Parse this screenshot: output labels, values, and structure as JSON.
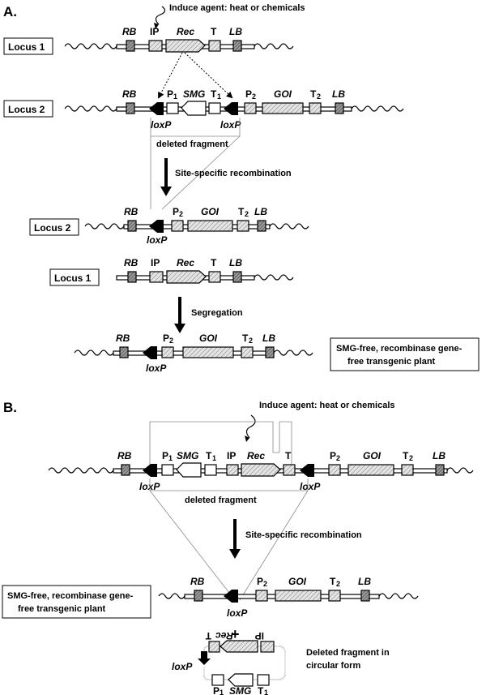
{
  "panel_a": {
    "title": "A.",
    "induce_label": "Induce agent: heat or chemicals",
    "locus1_label": "Locus 1",
    "locus2_label": "Locus 2",
    "deleted_label": "deleted  fragment",
    "recomb_label": "Site-specific recombination",
    "segregation_label": "Segregation",
    "result_label_1": "SMG-free, recombinase gene-",
    "result_label_2": "free transgenic plant"
  },
  "panel_b": {
    "title": "B.",
    "induce_label": "Induce agent: heat or chemicals",
    "deleted_label": "deleted  fragment",
    "recomb_label": "Site-specific recombination",
    "result_label_1": "SMG-free, recombinase gene-",
    "result_label_2": "free transgenic plant",
    "plus": "+",
    "circular_label_1": "Deleted fragment in",
    "circular_label_2": "circular form"
  },
  "elements": {
    "rb": "RB",
    "lb": "LB",
    "ip": "IP",
    "rec": "Rec",
    "t": "T",
    "loxp": "loxP",
    "p": "P",
    "smg": "SMG",
    "goi": "GOI",
    "sub1": "1",
    "sub2": "2"
  }
}
